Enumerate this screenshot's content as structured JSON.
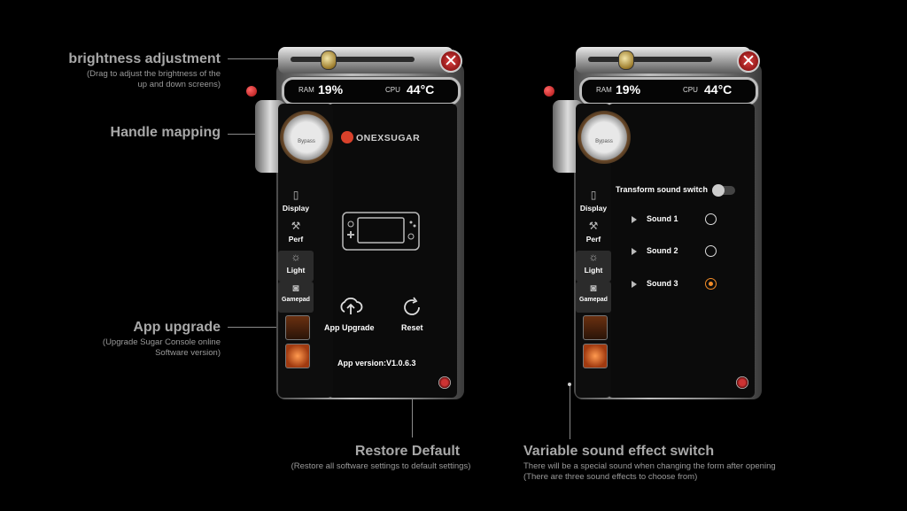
{
  "annotations": {
    "brightness": {
      "title": "brightness adjustment",
      "sub1": "(Drag to adjust the brightness of the",
      "sub2": "up and down screens)"
    },
    "handle": {
      "title": "Handle mapping"
    },
    "upgrade": {
      "title": "App upgrade",
      "sub1": "(Upgrade Sugar Console online",
      "sub2": "Software version)"
    },
    "restore": {
      "title": "Restore Default",
      "sub1": "(Restore all software settings to default settings)"
    },
    "sound": {
      "title": "Variable sound effect switch",
      "sub1": "There will be a special sound when changing the form after opening",
      "sub2": "(There are three sound effects to choose from)"
    }
  },
  "device": {
    "ram_label": "RAM",
    "ram_value": "19%",
    "cpu_label": "CPU",
    "cpu_value": "44°C",
    "bypass": "Bypass",
    "brand": "ONEXSUGAR",
    "brightness_level": 0.33,
    "sidebar": [
      {
        "label": "Display",
        "icon": "display-icon"
      },
      {
        "label": "Perf",
        "icon": "perf-icon"
      },
      {
        "label": "Light",
        "icon": "light-icon"
      },
      {
        "label": "Gamepad",
        "icon": "gamepad-icon"
      }
    ]
  },
  "left_screen": {
    "app_upgrade": "App Upgrade",
    "reset": "Reset",
    "version": "App version:V1.0.6.3"
  },
  "right_screen": {
    "switch_label": "Transform sound switch",
    "switch_on": false,
    "sounds": [
      {
        "label": "Sound 1",
        "selected": false
      },
      {
        "label": "Sound 2",
        "selected": false
      },
      {
        "label": "Sound 3",
        "selected": true
      }
    ]
  },
  "colors": {
    "accent": "#f28c28",
    "brand_red": "#d8412b",
    "annotation": "#a8a8a8"
  }
}
